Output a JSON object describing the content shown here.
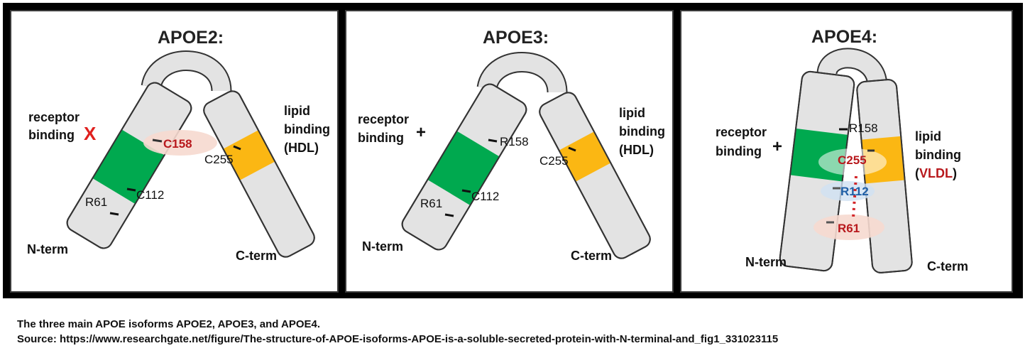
{
  "panels": [
    {
      "title": "APOE2:",
      "receptor_line1": "receptor",
      "receptor_line2": "binding",
      "receptor_symbol": "X",
      "lipid_line1": "lipid",
      "lipid_line2": "binding",
      "lipid_line3": "(HDL)",
      "site_r158": "C158",
      "site_c112": "C112",
      "site_r61": "R61",
      "site_c255": "C255",
      "nterm": "N-term",
      "cterm": "C-term"
    },
    {
      "title": "APOE3:",
      "receptor_line1": "receptor",
      "receptor_line2": "binding",
      "receptor_symbol": "+",
      "lipid_line1": "lipid",
      "lipid_line2": "binding",
      "lipid_line3": "(HDL)",
      "site_r158": "R158",
      "site_c112": "C112",
      "site_r61": "R61",
      "site_c255": "C255",
      "nterm": "N-term",
      "cterm": "C-term"
    },
    {
      "title": "APOE4:",
      "receptor_line1": "receptor",
      "receptor_line2": "binding",
      "receptor_symbol": "+",
      "lipid_line1": "lipid",
      "lipid_line2": "binding",
      "lipid_line3_open": "(",
      "lipid_line3_mid": "VLDL",
      "lipid_line3_close": ")",
      "site_r158": "R158",
      "site_c255": "C255",
      "site_r112": "R112",
      "site_r61": "R61",
      "nterm": "N-term",
      "cterm": "C-term"
    }
  ],
  "colors": {
    "receptor_region": "#00a94f",
    "lipid_region": "#fbb713",
    "helix_body": "#e3e3e3",
    "highlight_red": "#f6d9cf",
    "mutation_x": "#e0201e",
    "site_red_text": "#b8191d",
    "site_blue_text": "#1f5fa6"
  },
  "caption": {
    "line1": "The three main APOE isoforms APOE2, APOE3, and APOE4.",
    "line2": "Source: https://www.researchgate.net/figure/The-structure-of-APOE-isoforms-APOE-is-a-soluble-secreted-protein-with-N-terminal-and_fig1_331023115"
  }
}
